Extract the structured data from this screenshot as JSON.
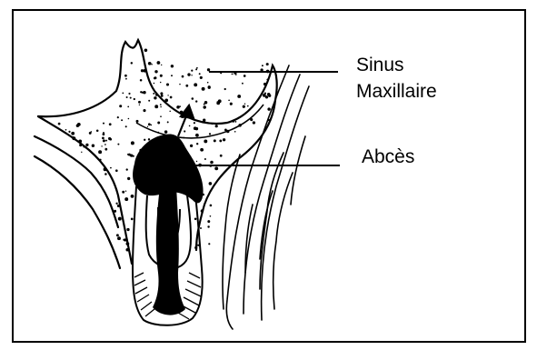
{
  "labels": {
    "sinus_line1": "Sinus",
    "sinus_line2": "Maxillaire",
    "abces": "Abcès"
  },
  "colors": {
    "ink": "#000000",
    "paper": "#ffffff"
  }
}
